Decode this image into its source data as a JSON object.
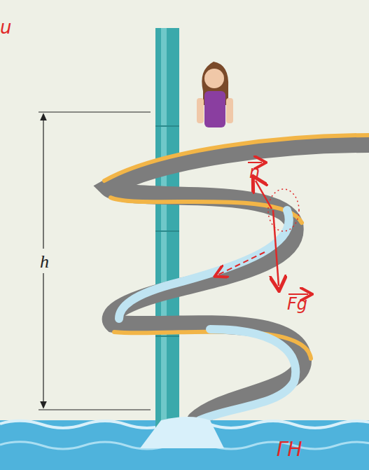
{
  "diagram": {
    "labels": [
      "u",
      "h",
      "n",
      "Fg",
      "ГН"
    ]
  }
}
